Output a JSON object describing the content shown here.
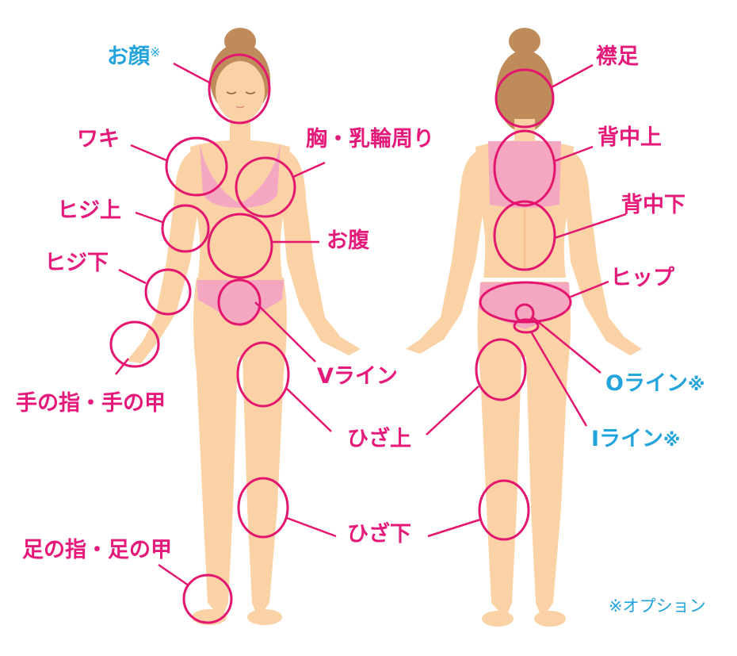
{
  "colors": {
    "label_pink": "#e4197a",
    "label_blue": "#23a4dc",
    "circle_stroke": "#e3156f",
    "skin": "#fbd2a6",
    "skin_shadow": "#f0b986",
    "underwear": "#f4a7c0",
    "hair": "#c08b5a"
  },
  "labels": {
    "face": "お顔",
    "face_mark": "※",
    "armpit": "ワキ",
    "chest": "胸・乳輪周り",
    "elbow_upper": "ヒジ上",
    "belly": "お腹",
    "elbow_lower": "ヒジ下",
    "v_line": "Vライン",
    "fingers": "手の指・手の甲",
    "above_knee": "ひざ上",
    "toes": "足の指・足の甲",
    "below_knee": "ひざ下",
    "nape": "襟足",
    "upper_back": "背中上",
    "lower_back": "背中下",
    "hip": "ヒップ",
    "o_line": "Oライン",
    "o_line_mark": "※",
    "i_line": "Iライン",
    "i_line_mark": "※",
    "option_note": "※オプション"
  }
}
